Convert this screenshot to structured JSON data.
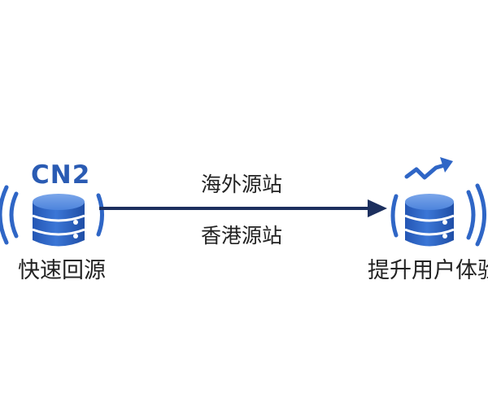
{
  "left_node": {
    "badge": "CN2",
    "caption": "快速回源"
  },
  "right_node": {
    "caption": "提升用户体验"
  },
  "connection": {
    "label_top": "海外源站",
    "label_bottom": "香港源站",
    "direction": "left-to-right"
  },
  "colors": {
    "server_blue": "#2f66c6",
    "server_light": "#5b8fe0",
    "arrow_navy": "#1c2f5e",
    "text": "#222222"
  }
}
